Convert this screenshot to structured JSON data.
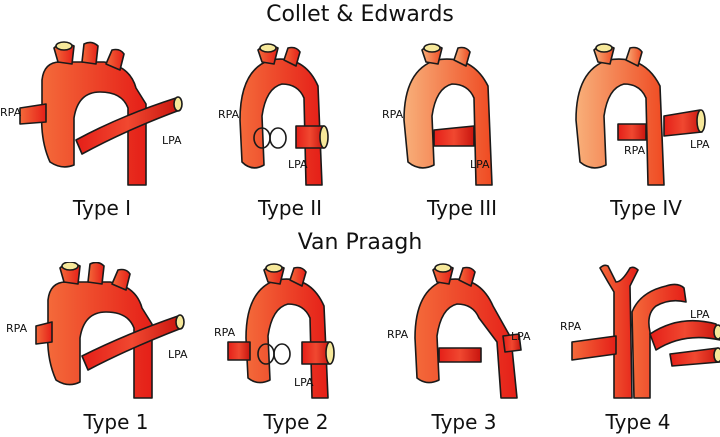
{
  "headings": {
    "collet_edwards": "Collet & Edwards",
    "van_praagh": "Van Praagh"
  },
  "labels": {
    "rpa": "RPA",
    "lpa": "LPA"
  },
  "colors": {
    "vessel_red": "#e8231a",
    "vessel_orange": "#f46a3a",
    "vessel_pale": "#f7a070",
    "vessel_cap": "#f6e89a",
    "outline": "#1a1a1a"
  },
  "collet_edwards_types": [
    "Type I",
    "Type II",
    "Type III",
    "Type IV"
  ],
  "van_praagh_types": [
    "Type 1",
    "Type 2",
    "Type 3",
    "Type 4"
  ]
}
